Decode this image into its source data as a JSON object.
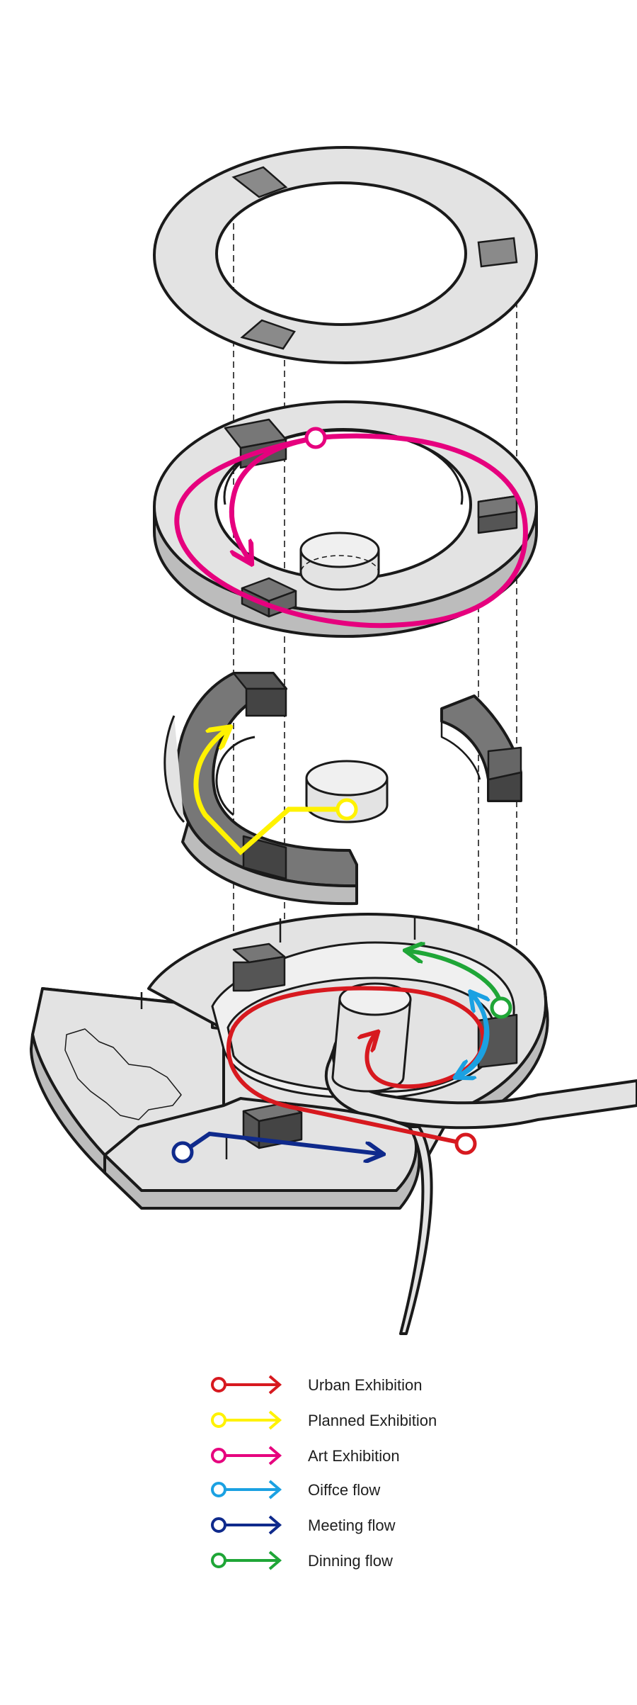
{
  "legend": {
    "items": [
      {
        "label": "Urban Exhibition",
        "color": "#d7191f",
        "icon": "circle-arrow-icon"
      },
      {
        "label": "Planned Exhibition",
        "color": "#fff200",
        "icon": "circle-arrow-icon"
      },
      {
        "label": "Art Exhibition",
        "color": "#e6007e",
        "icon": "circle-arrow-icon"
      },
      {
        "label": "Oiffce flow",
        "color": "#1ba1e2",
        "icon": "circle-arrow-icon"
      },
      {
        "label": "Meeting flow",
        "color": "#0f2a8c",
        "icon": "circle-arrow-icon"
      },
      {
        "label": "Dinning flow",
        "color": "#1fa637",
        "icon": "circle-arrow-icon"
      }
    ]
  },
  "colors": {
    "slab_top": "#e3e3e3",
    "slab_side": "#bcbcbc",
    "dark_block": "#555555",
    "mid_block": "#8a8a8a",
    "outline": "#1a1a1a"
  }
}
